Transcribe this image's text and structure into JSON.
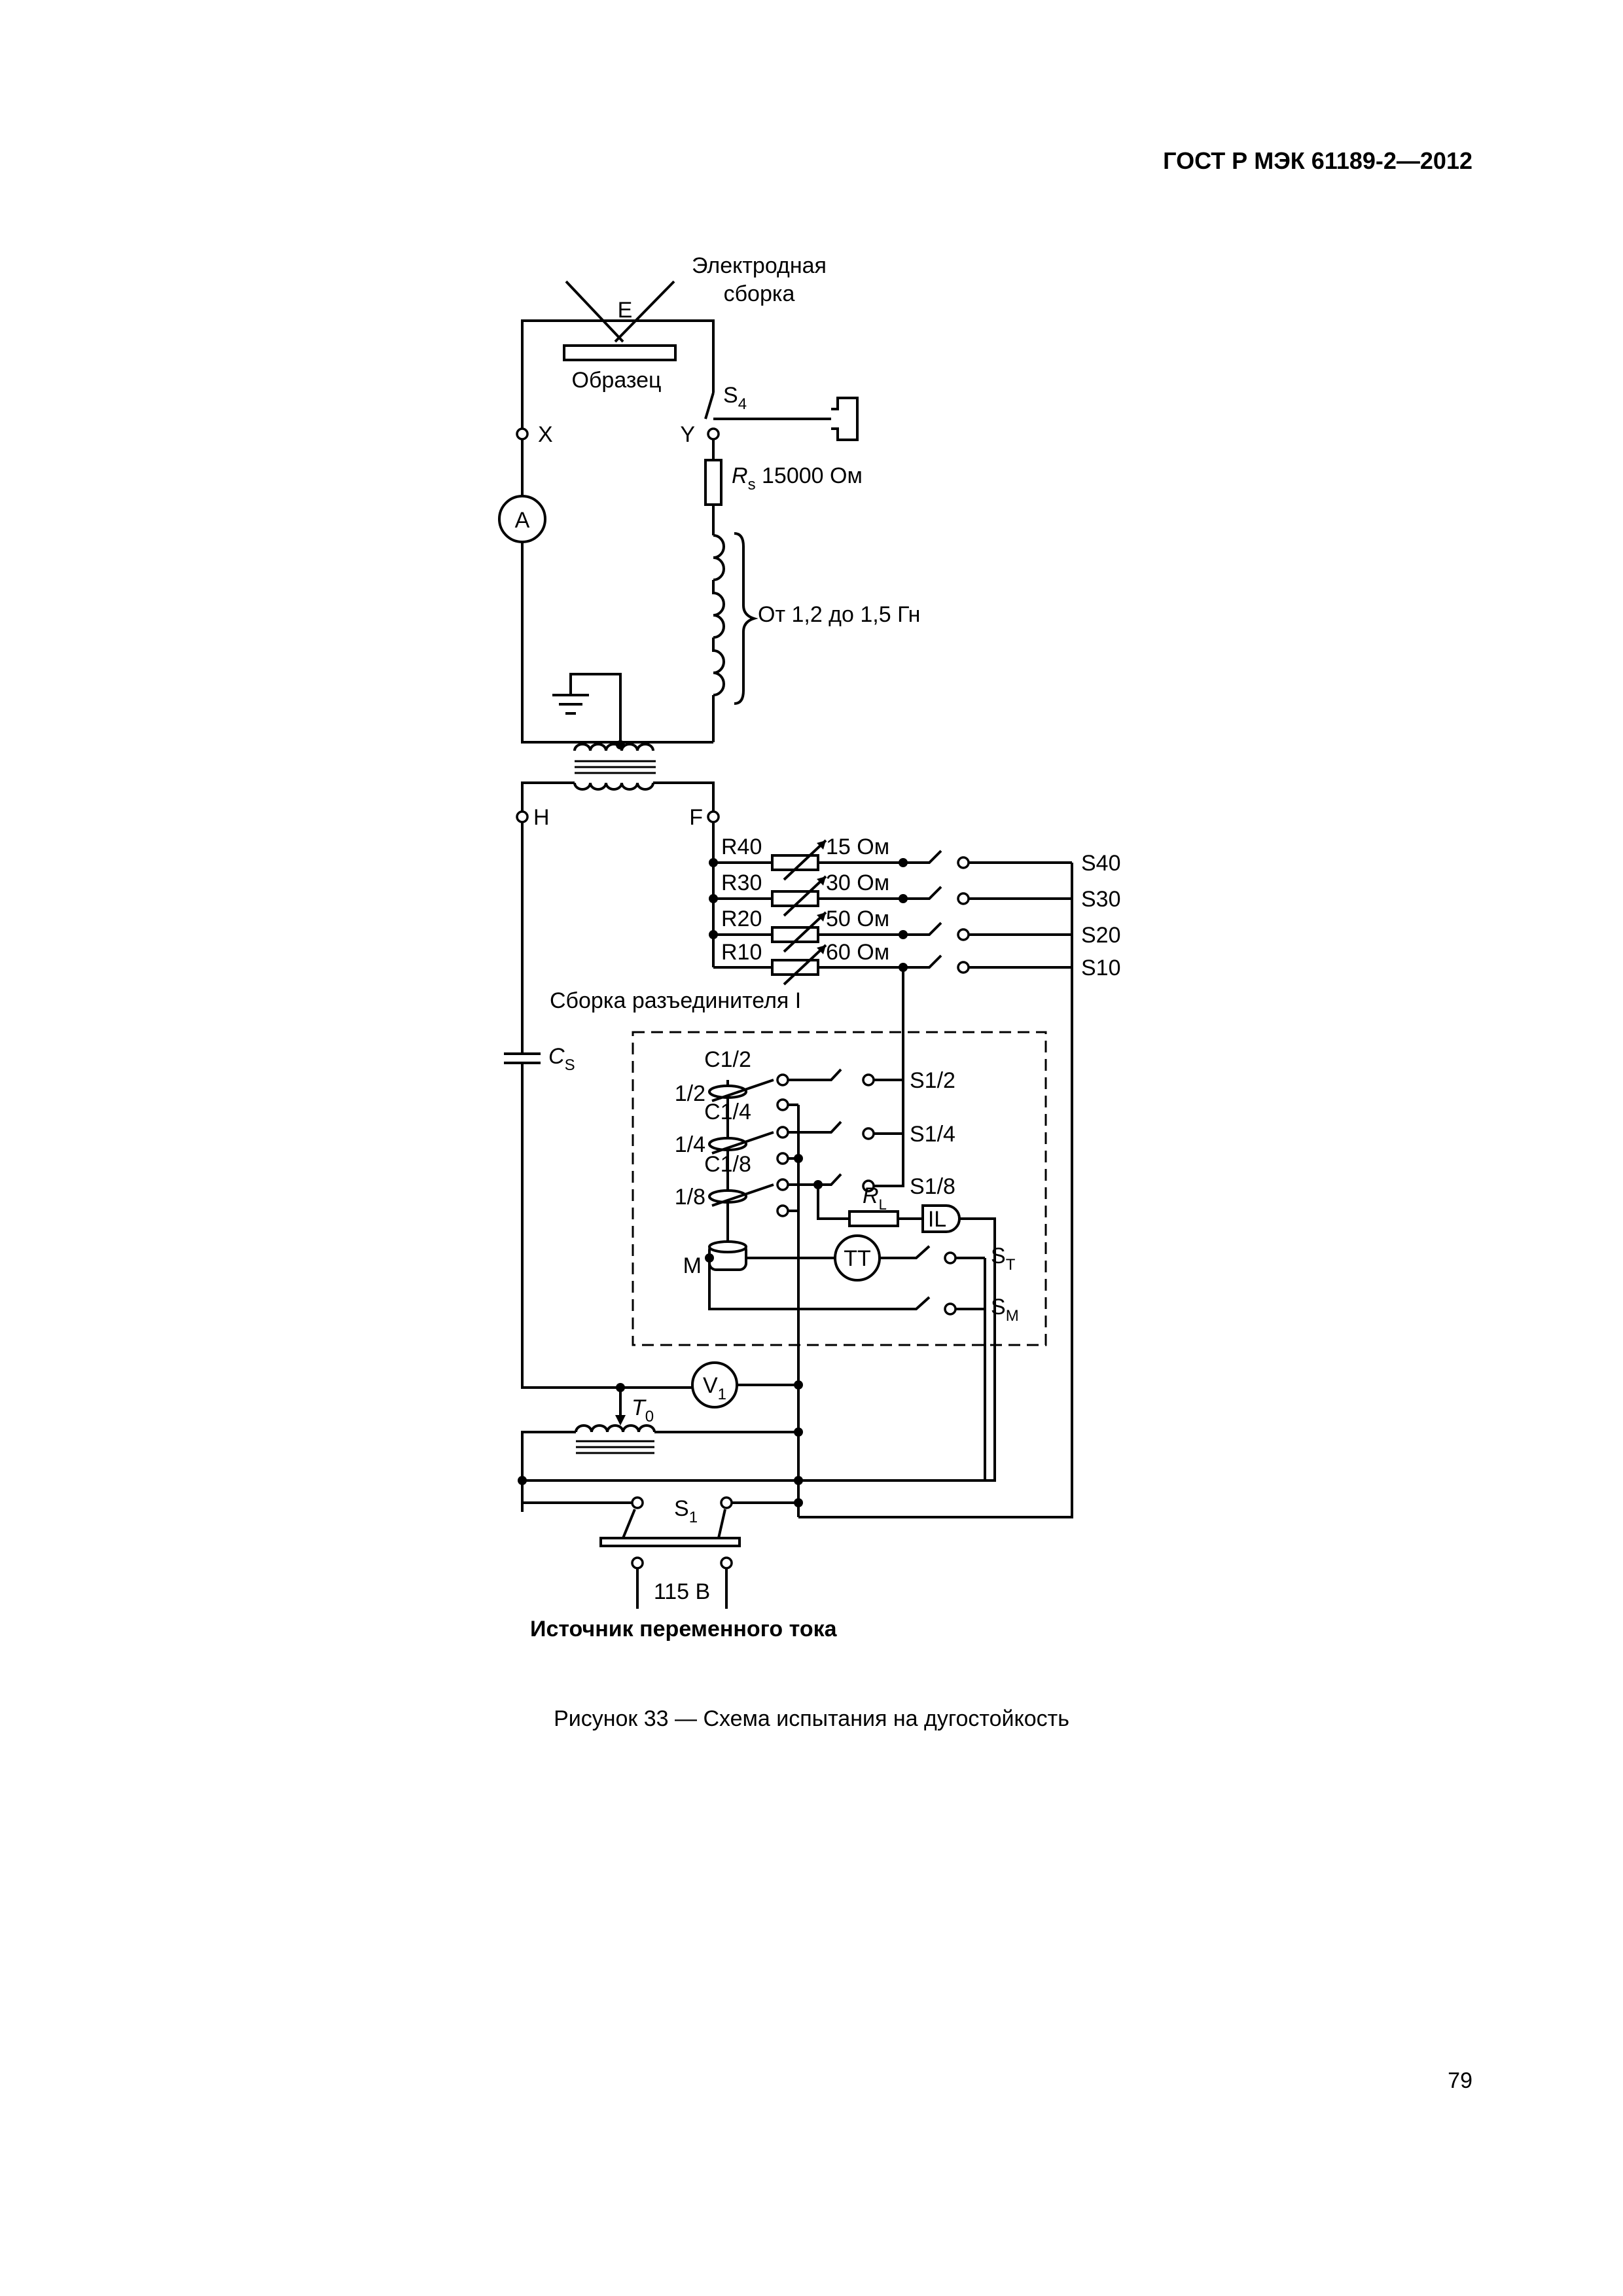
{
  "header": {
    "title": "ГОСТ Р МЭК 61189-2—2012"
  },
  "figure": {
    "caption": "Рисунок 33 — Схема испытания на дугостойкость"
  },
  "page": {
    "number": "79"
  },
  "diagram": {
    "electrode_assembly": "Электродная",
    "electrode_assembly_2": "сборка",
    "electrode": "E",
    "specimen": "Образец",
    "switch_s4": "S",
    "switch_s4_sub": "4",
    "terminal_x": "X",
    "terminal_y": "Y",
    "ammeter": "A",
    "resistor_rs": "R",
    "resistor_rs_sub": "s",
    "resistor_rs_value": " 15000 Ом",
    "inductance": "От 1,2 до 1,5 Гн",
    "terminal_h": "H",
    "terminal_f": "F",
    "r40": "R40",
    "r30": "R30",
    "r20": "R20",
    "r10": "R10",
    "r40_value": "15 Ом",
    "r30_value": "30 Ом",
    "r20_value": "50 Ом",
    "r10_value": "60 Ом",
    "s40": "S40",
    "s30": "S30",
    "s20": "S20",
    "s10": "S10",
    "interrupter_assembly": "Сборка разъединителя I",
    "capacitor_cs": "C",
    "capacitor_cs_sub": "S",
    "c12": "C1/2",
    "c14": "C1/4",
    "c18": "C1/8",
    "cam12": "1/2",
    "cam14": "1/4",
    "cam18": "1/8",
    "s12": "S1/2",
    "s14": "S1/4",
    "s18": "S1/8",
    "resistor_rl": "R",
    "resistor_rl_sub": "L",
    "indicator_lamp": "IL",
    "motor": "M",
    "timer": "TT",
    "switch_st": "S",
    "switch_st_sub": "T",
    "switch_sm": "S",
    "switch_sm_sub": "M",
    "voltmeter": "V",
    "voltmeter_sub": "1",
    "transformer_t0": "T",
    "transformer_t0_sub": "0",
    "switch_s1": "S",
    "switch_s1_sub": "1",
    "voltage": "115 В",
    "ac_source": "Источник переменного тока"
  }
}
